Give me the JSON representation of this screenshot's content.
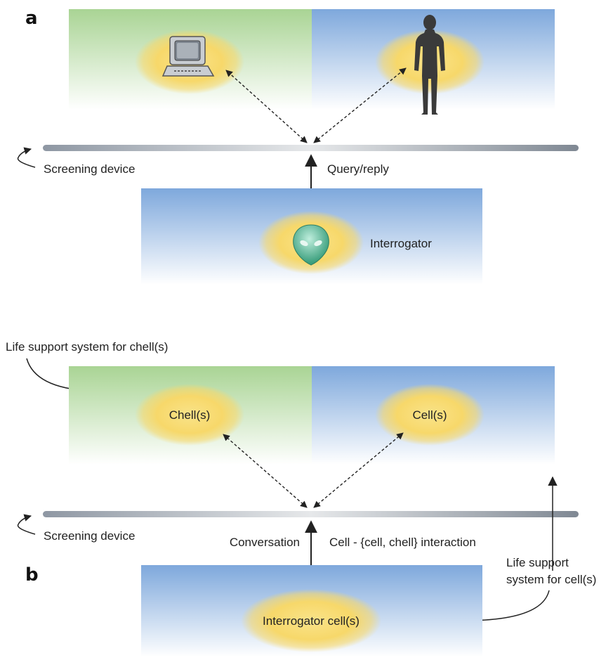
{
  "panel_a": {
    "letter": "a",
    "screening_label": "Screening device",
    "query_label": "Query/reply",
    "interrogator_label": "Interrogator"
  },
  "panel_b": {
    "letter": "b",
    "life_support_chells": "Life support system for chell(s)",
    "chells_label": "Chell(s)",
    "cells_label": "Cell(s)",
    "screening_label": "Screening device",
    "conversation_label": "Conversation",
    "interaction_label": "Cell - {cell, chell} interaction",
    "life_support_cells_line1": "Life support",
    "life_support_cells_line2": "system for cell(s)",
    "interrogator_cells_label": "Interrogator cell(s)"
  },
  "icons": [
    "computer-icon",
    "human-silhouette-icon",
    "alien-head-icon"
  ],
  "colors": {
    "green_panel": "#a9d494",
    "blue_panel": "#7ea8dc",
    "glow": "#f7d86a",
    "bar": "#9aa3ad",
    "alien": "#4fb38f"
  }
}
